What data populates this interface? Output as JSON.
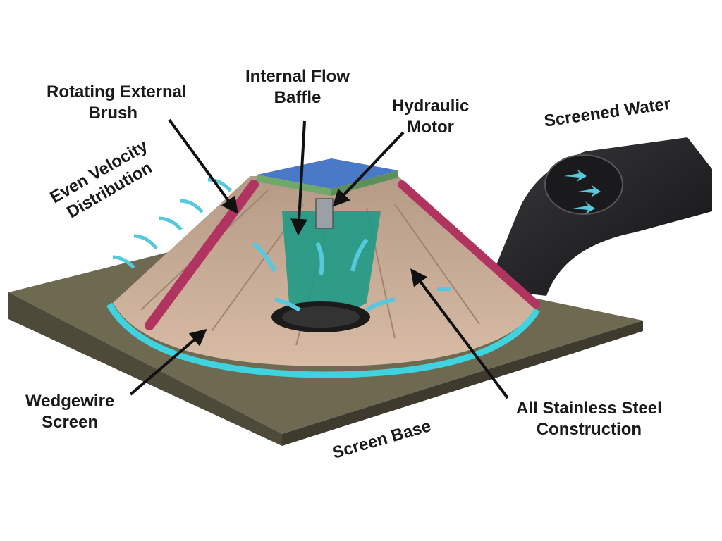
{
  "labels": {
    "rotating_brush": [
      "Rotating External",
      "Brush"
    ],
    "internal_baffle": [
      "Internal Flow",
      "Baffle"
    ],
    "hydraulic_motor": [
      "Hydraulic",
      "Motor"
    ],
    "screened_water": "Screened Water",
    "even_velocity": [
      "Even Velocity",
      "Distribution"
    ],
    "wedgewire": [
      "Wedgewire",
      "Screen"
    ],
    "stainless": [
      "All Stainless Steel",
      "Construction"
    ],
    "screen_base": "Screen Base"
  },
  "colors": {
    "base_top": "#6e6a52",
    "base_side": "#4d4a3a",
    "cone": "#c8aa96",
    "cone_dark": "#8f7563",
    "baffle": "#1e9a86",
    "rim": "#3fd3e0",
    "brush": "#b0345f",
    "pipe": "#222226",
    "flow_arrow": "#56c9dc",
    "motor_plate": "#4a79c8",
    "leader": "#111111"
  },
  "icons": [
    "flow-arrow-icon",
    "hydraulic-motor-icon"
  ]
}
